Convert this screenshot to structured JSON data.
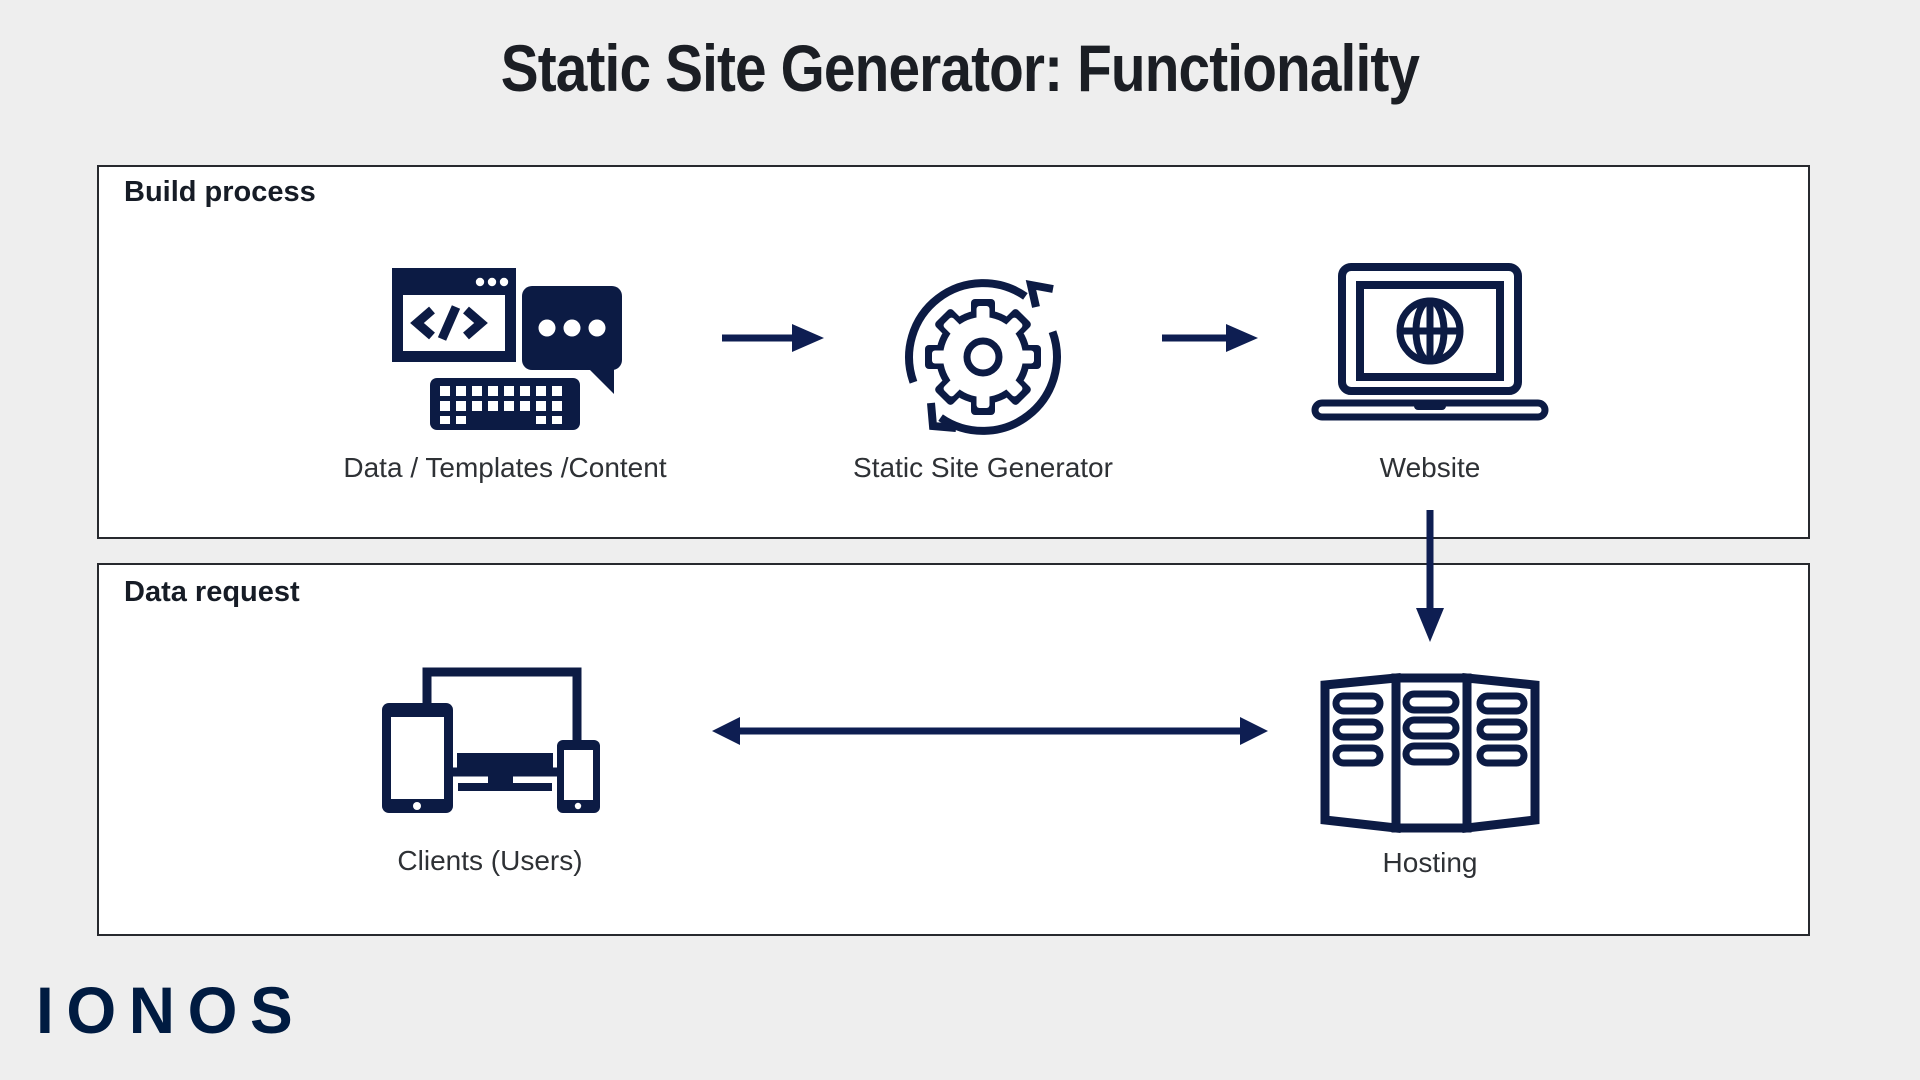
{
  "title": "Static Site Generator: Functionality",
  "colors": {
    "navy": "#0c1b44",
    "arrow": "#0e1e52",
    "background": "#eeeeee",
    "box_background": "#ffffff",
    "box_border": "#27292e",
    "logo_navy": "#001b41"
  },
  "sections": {
    "build": {
      "label": "Build process",
      "items": [
        {
          "label": "Data / Templates /Content",
          "icon": "code-editor-chat-keyboard-icon"
        },
        {
          "label": "Static Site Generator",
          "icon": "gear-cycle-icon"
        },
        {
          "label": "Website",
          "icon": "laptop-globe-icon"
        }
      ]
    },
    "request": {
      "label": "Data request",
      "items": [
        {
          "label": "Clients (Users)",
          "icon": "devices-icon"
        },
        {
          "label": "Hosting",
          "icon": "server-rack-icon"
        }
      ]
    }
  },
  "logo": {
    "text": "IONOS"
  }
}
